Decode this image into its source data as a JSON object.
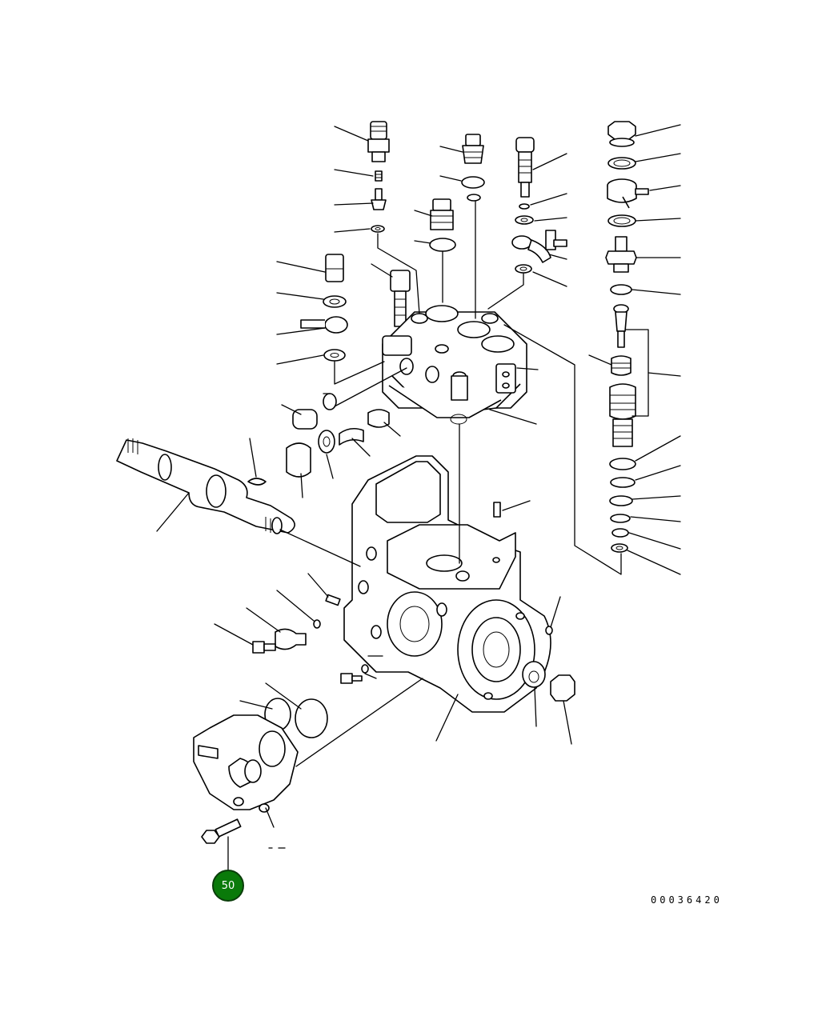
{
  "callout": {
    "label": "50",
    "color": "#0a7a0a"
  },
  "drawing": {
    "number": "00036420"
  },
  "icons": [
    "exploded-parts-diagram",
    "leader-lines",
    "callout-badge"
  ]
}
